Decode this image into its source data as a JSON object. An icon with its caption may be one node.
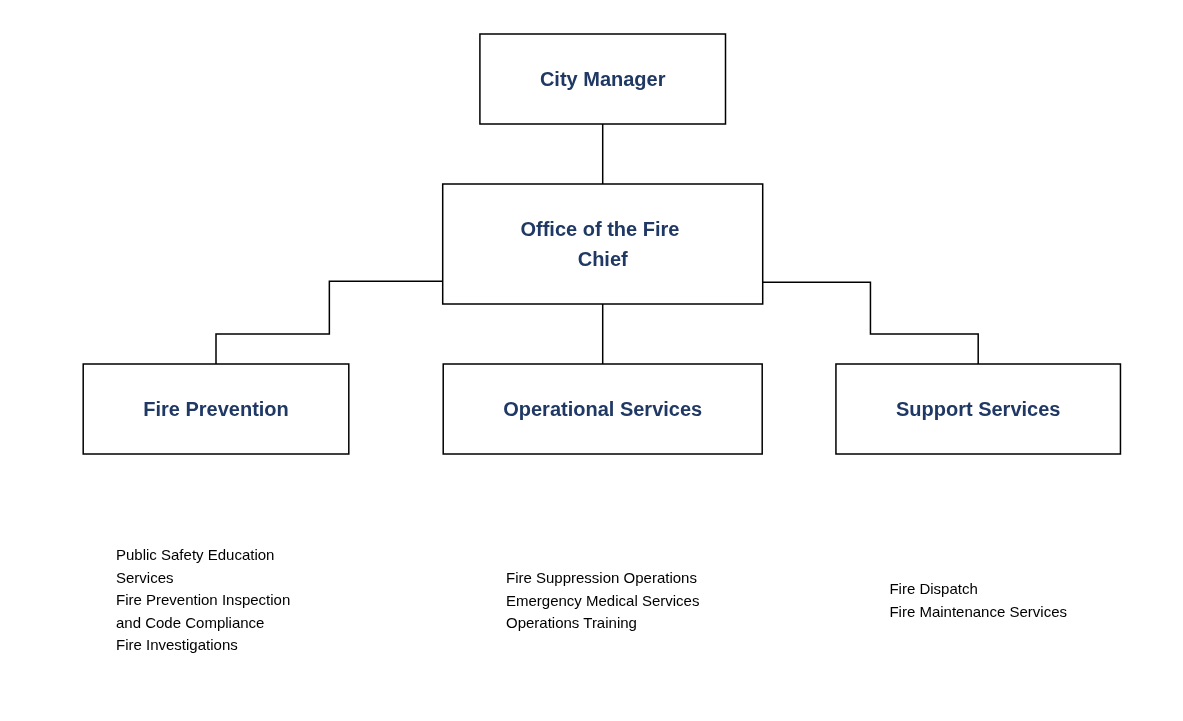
{
  "diagram": {
    "nodes": [
      {
        "text": [
          "City Manager"
        ]
      },
      {
        "text": [
          "Office of the Fire Chief"
        ]
      },
      {
        "text": [
          "Fire Prevention"
        ],
        "beside": [
          "Public Safety Education Services",
          "Fire Prevention Inspection and Code Compliance",
          "Fire Investigations"
        ]
      },
      {
        "text": [
          "Operational Services"
        ],
        "beside": [
          "Fire Suppression Operations",
          "Emergency Medical Services",
          "Operations Training"
        ]
      },
      {
        "text": [
          "Support Services"
        ],
        "beside": [
          "Fire Dispatch",
          "Fire Maintenance Services"
        ]
      }
    ],
    "edges": [
      {
        "from": 0,
        "to": 1,
        "arrow": "none"
      },
      {
        "from": 1,
        "to": 2,
        "arrow": "none"
      },
      {
        "from": 1,
        "to": 3,
        "arrow": "none"
      },
      {
        "from": 1,
        "to": 4,
        "arrow": "none"
      }
    ]
  }
}
